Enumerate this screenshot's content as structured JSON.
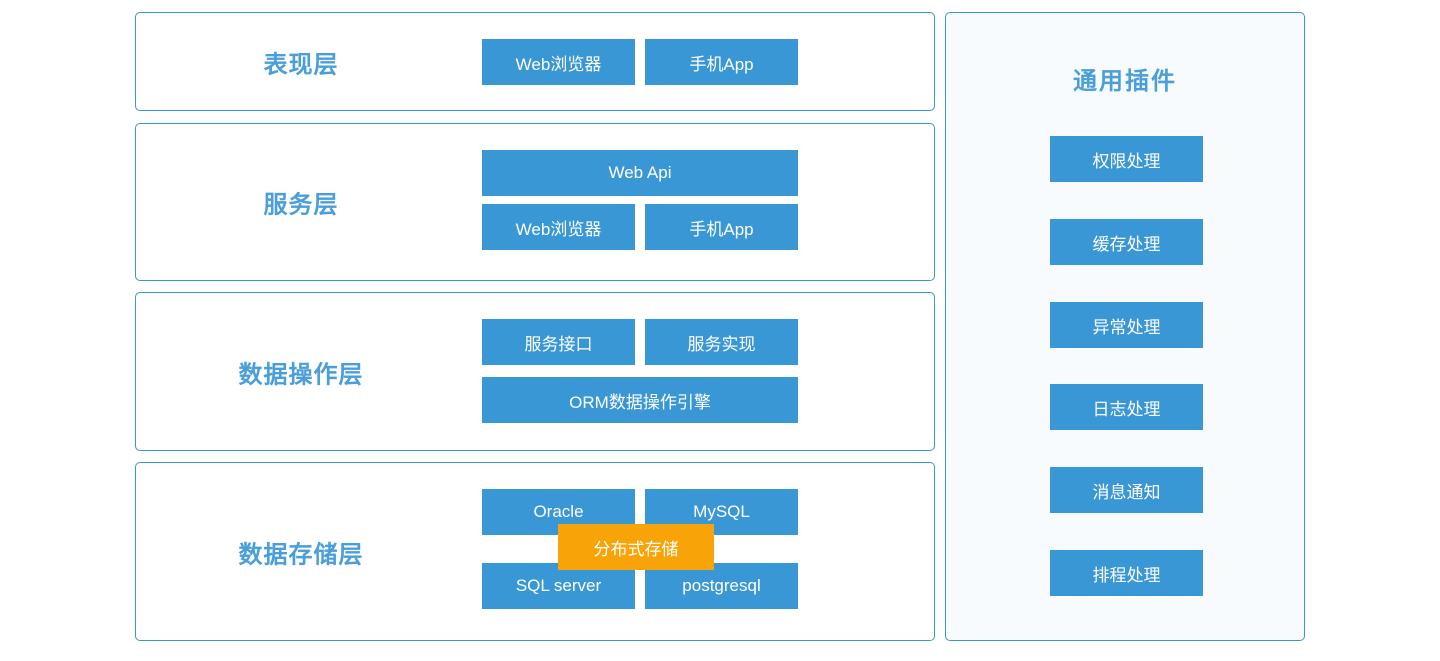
{
  "diagram": {
    "layers": [
      {
        "title": "表现层",
        "buttons": [
          "Web浏览器",
          "手机App"
        ]
      },
      {
        "title": "服务层",
        "wide_button": "Web Api",
        "buttons": [
          "Web浏览器",
          "手机App"
        ]
      },
      {
        "title": "数据操作层",
        "buttons": [
          "服务接口",
          "服务实现"
        ],
        "wide_button": "ORM数据操作引擎"
      },
      {
        "title": "数据存储层",
        "buttons_top": [
          "Oracle",
          "MySQL"
        ],
        "buttons_bottom": [
          "SQL server",
          "postgresql"
        ],
        "overlay_button": "分布式存储"
      }
    ],
    "plugins_panel": {
      "title": "通用插件",
      "items": [
        "权限处理",
        "缓存处理",
        "异常处理",
        "日志处理",
        "消息通知",
        "排程处理"
      ]
    },
    "colors": {
      "node_blue": "#3a97d6",
      "title_blue": "#4a9eda",
      "overlay_orange": "#f8a408",
      "panel_background": "#f8fbfe",
      "box_border": "#3a97d6"
    }
  }
}
